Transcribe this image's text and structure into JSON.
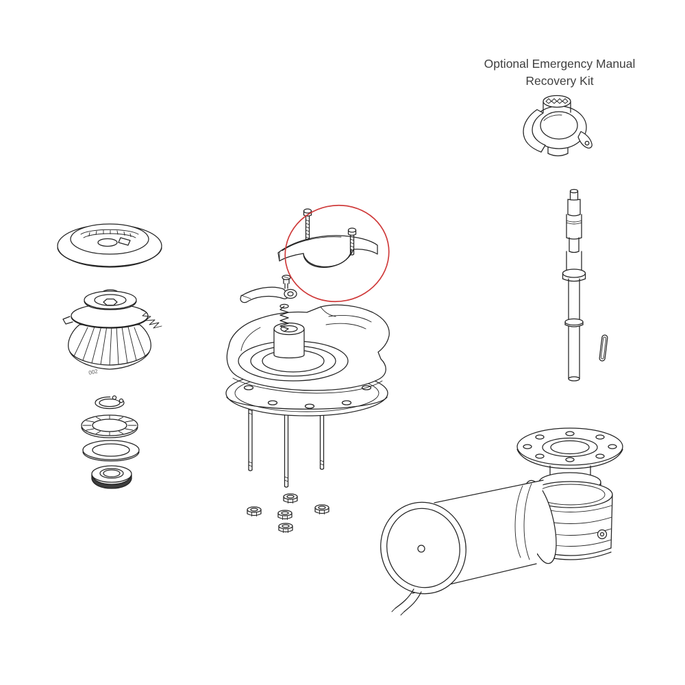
{
  "title": {
    "line1": "Optional Emergency Manual",
    "line2": "Recovery Kit"
  },
  "labels": {
    "mold_mark": "002"
  },
  "colors": {
    "line": "#222222",
    "highlight": "#cf3a3a",
    "background": "#ffffff"
  },
  "parts": [
    "drum-cap",
    "clutch-cone-assembly",
    "circlip",
    "bearing",
    "flat-washer",
    "seal-nut",
    "cover-screw-left",
    "cover-screw-right",
    "dome-cover",
    "highlight-ellipse",
    "clutch-lever",
    "lever-screw",
    "spring",
    "gearbox-housing",
    "base-plate",
    "mounting-studs",
    "hex-nuts",
    "emergency-kit-clutch",
    "drive-shaft",
    "shaft-pin",
    "gearbox",
    "motor",
    "motor-wires"
  ]
}
